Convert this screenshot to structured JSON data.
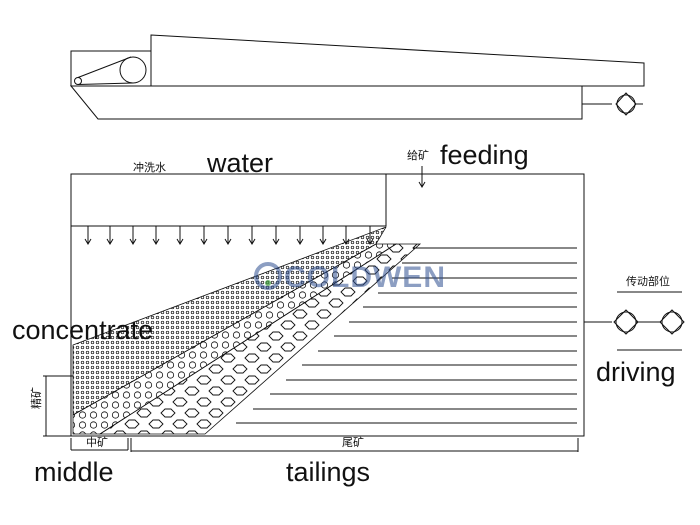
{
  "labels": {
    "water_cn": "冲洗水",
    "water_en": "water",
    "feeding_cn": "给矿",
    "feeding_en": "feeding",
    "concentrate_en": "concentrate",
    "concentrate_cn": "精矿",
    "middle_cn": "中矿",
    "middle_en": "middle",
    "tailings_cn": "尾矿",
    "tailings_en": "tailings",
    "driving_cn": "传动部位",
    "driving_en": "driving"
  },
  "logo": {
    "text": "COLDWEN",
    "color": "#2e4e8f"
  },
  "colors": {
    "line": "#111111",
    "background": "#ffffff"
  }
}
